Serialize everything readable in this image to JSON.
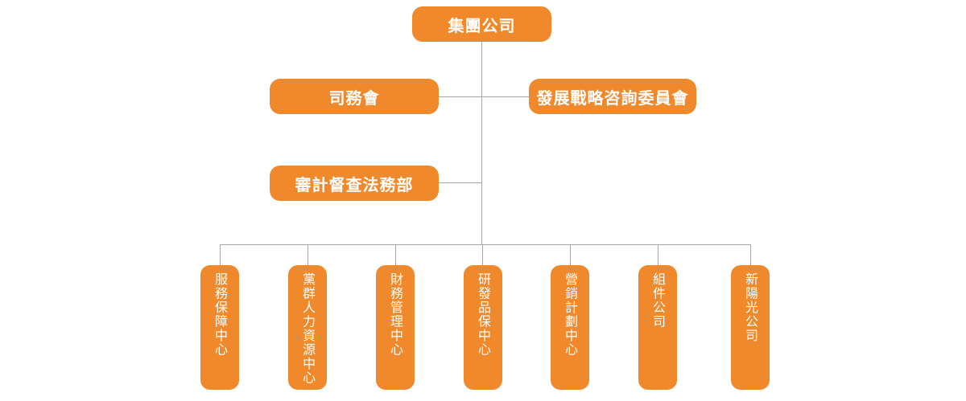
{
  "colors": {
    "box": "#F0892C",
    "shadow": "#E9E9E9",
    "line": "#A6A6A6",
    "text": "#FFFFFF"
  },
  "org": {
    "type": "org-chart",
    "root": {
      "label": "集團公司"
    },
    "level2": [
      {
        "label": "司務會"
      },
      {
        "label": "發展戰略咨詢委員會"
      }
    ],
    "level3": [
      {
        "label": "審計督查法務部"
      }
    ],
    "departments": [
      {
        "label": "服務保障中心"
      },
      {
        "label": "黨群人力資源中心"
      },
      {
        "label": "財務管理中心"
      },
      {
        "label": "研發品保中心"
      },
      {
        "label": "營銷計劃中心"
      },
      {
        "label": "組件公司"
      },
      {
        "label": "新陽光公司"
      }
    ]
  }
}
